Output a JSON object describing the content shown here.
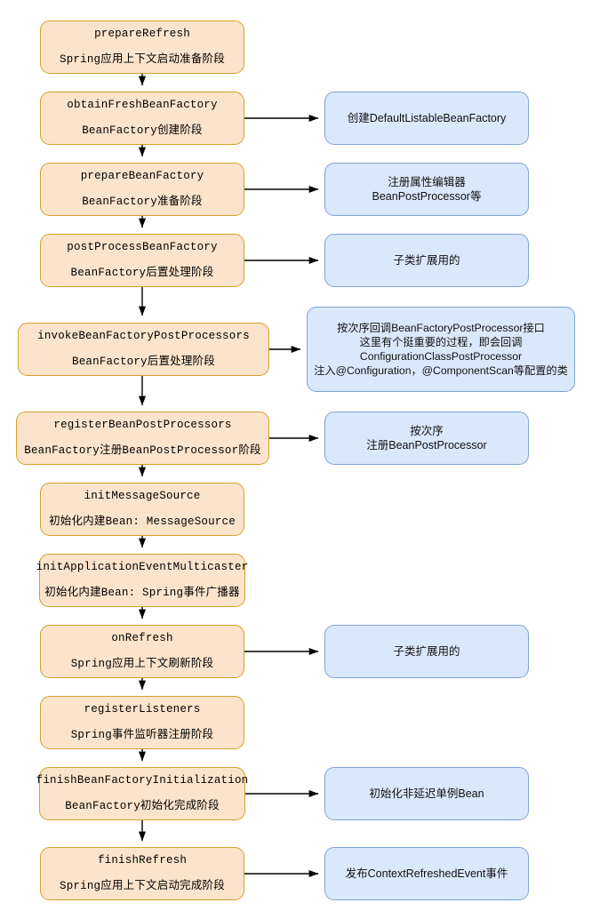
{
  "diagram": {
    "title": "Spring ApplicationContext refresh() lifecycle flowchart",
    "colors": {
      "step_fill": "#fce4cc",
      "step_stroke": "#d6a028",
      "note_fill": "#dae8fc",
      "note_stroke": "#7ea3d0",
      "edge": "#000000"
    },
    "steps": [
      {
        "method": "prepareRefresh",
        "phase": "Spring应用上下文启动准备阶段"
      },
      {
        "method": "obtainFreshBeanFactory",
        "phase": "BeanFactory创建阶段"
      },
      {
        "method": "prepareBeanFactory",
        "phase": "BeanFactory准备阶段"
      },
      {
        "method": "postProcessBeanFactory",
        "phase": "BeanFactory后置处理阶段"
      },
      {
        "method": "invokeBeanFactoryPostProcessors",
        "phase": "BeanFactory后置处理阶段"
      },
      {
        "method": "registerBeanPostProcessors",
        "phase": "BeanFactory注册BeanPostProcessor阶段"
      },
      {
        "method": "initMessageSource",
        "phase": "初始化内建Bean: MessageSource"
      },
      {
        "method": "initApplicationEventMulticaster",
        "phase": "初始化内建Bean: Spring事件广播器"
      },
      {
        "method": "onRefresh",
        "phase": "Spring应用上下文刷新阶段"
      },
      {
        "method": "registerListeners",
        "phase": "Spring事件监听器注册阶段"
      },
      {
        "method": "finishBeanFactoryInitialization",
        "phase": "BeanFactory初始化完成阶段"
      },
      {
        "method": "finishRefresh",
        "phase": "Spring应用上下文启动完成阶段"
      }
    ],
    "notes": [
      {
        "for_step": 1,
        "text": "创建DefaultListableBeanFactory"
      },
      {
        "for_step": 2,
        "text": "注册属性编辑器\nBeanPostProcessor等"
      },
      {
        "for_step": 3,
        "text": "子类扩展用的"
      },
      {
        "for_step": 4,
        "text": "按次序回调BeanFactoryPostProcessor接口\n这里有个挺重要的过程，即会回调\nConfigurationClassPostProcessor\n注入@Configuration，@ComponentScan等配置的类"
      },
      {
        "for_step": 5,
        "text": "按次序\n注册BeanPostProcessor"
      },
      {
        "for_step": 8,
        "text": "子类扩展用的"
      },
      {
        "for_step": 10,
        "text": "初始化非延迟单例Bean"
      },
      {
        "for_step": 11,
        "text": "发布ContextRefreshedEvent事件"
      }
    ]
  }
}
